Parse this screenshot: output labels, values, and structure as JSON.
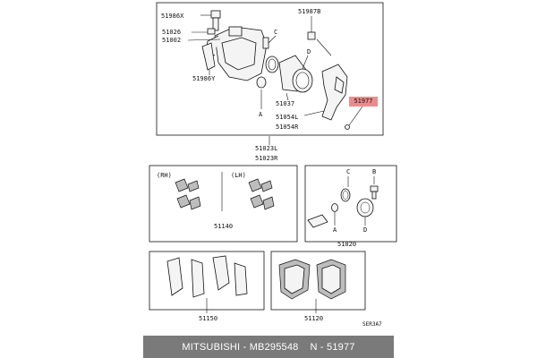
{
  "labels": {
    "p51986x": "51986X",
    "p51026": "51026",
    "p51002": "51002",
    "p51986y": "51986Y",
    "p51987b": "51987B",
    "c_top": "C",
    "d_top": "D",
    "p51977": "51977",
    "p51037": "51037",
    "a_top": "A",
    "p51054l": "51054L",
    "p51054r": "51054R",
    "p51023l": "51023L",
    "p51023r": "51023R",
    "rh": "(RH)",
    "lh": "(LH)",
    "p51140": "51140",
    "c_kit": "C",
    "b_kit": "B",
    "a_kit": "A",
    "d_kit": "D",
    "p51020": "51020",
    "p51150": "51150",
    "p51120": "51120",
    "code": "SER3A7"
  },
  "footer": {
    "brand": "MITSUBISHI",
    "part_number": "MB295548",
    "ref": "N - 51977",
    "separator": " - "
  }
}
